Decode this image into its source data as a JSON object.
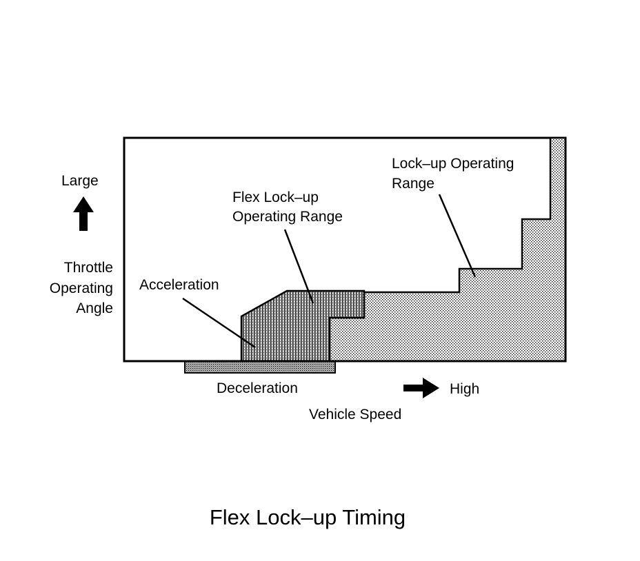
{
  "diagram": {
    "title": "Flex Lock–up Timing",
    "axes": {
      "y_label_line1": "Throttle",
      "y_label_line2": "Operating",
      "y_label_line3": "Angle",
      "y_high": "Large",
      "x_label": "Vehicle Speed",
      "x_high": "High"
    },
    "regions": {
      "lockup_line1": "Lock–up Operating",
      "lockup_line2": "Range",
      "flex_line1": "Flex Lock–up",
      "flex_line2": "Operating Range",
      "acceleration": "Acceleration",
      "deceleration": "Deceleration"
    }
  }
}
